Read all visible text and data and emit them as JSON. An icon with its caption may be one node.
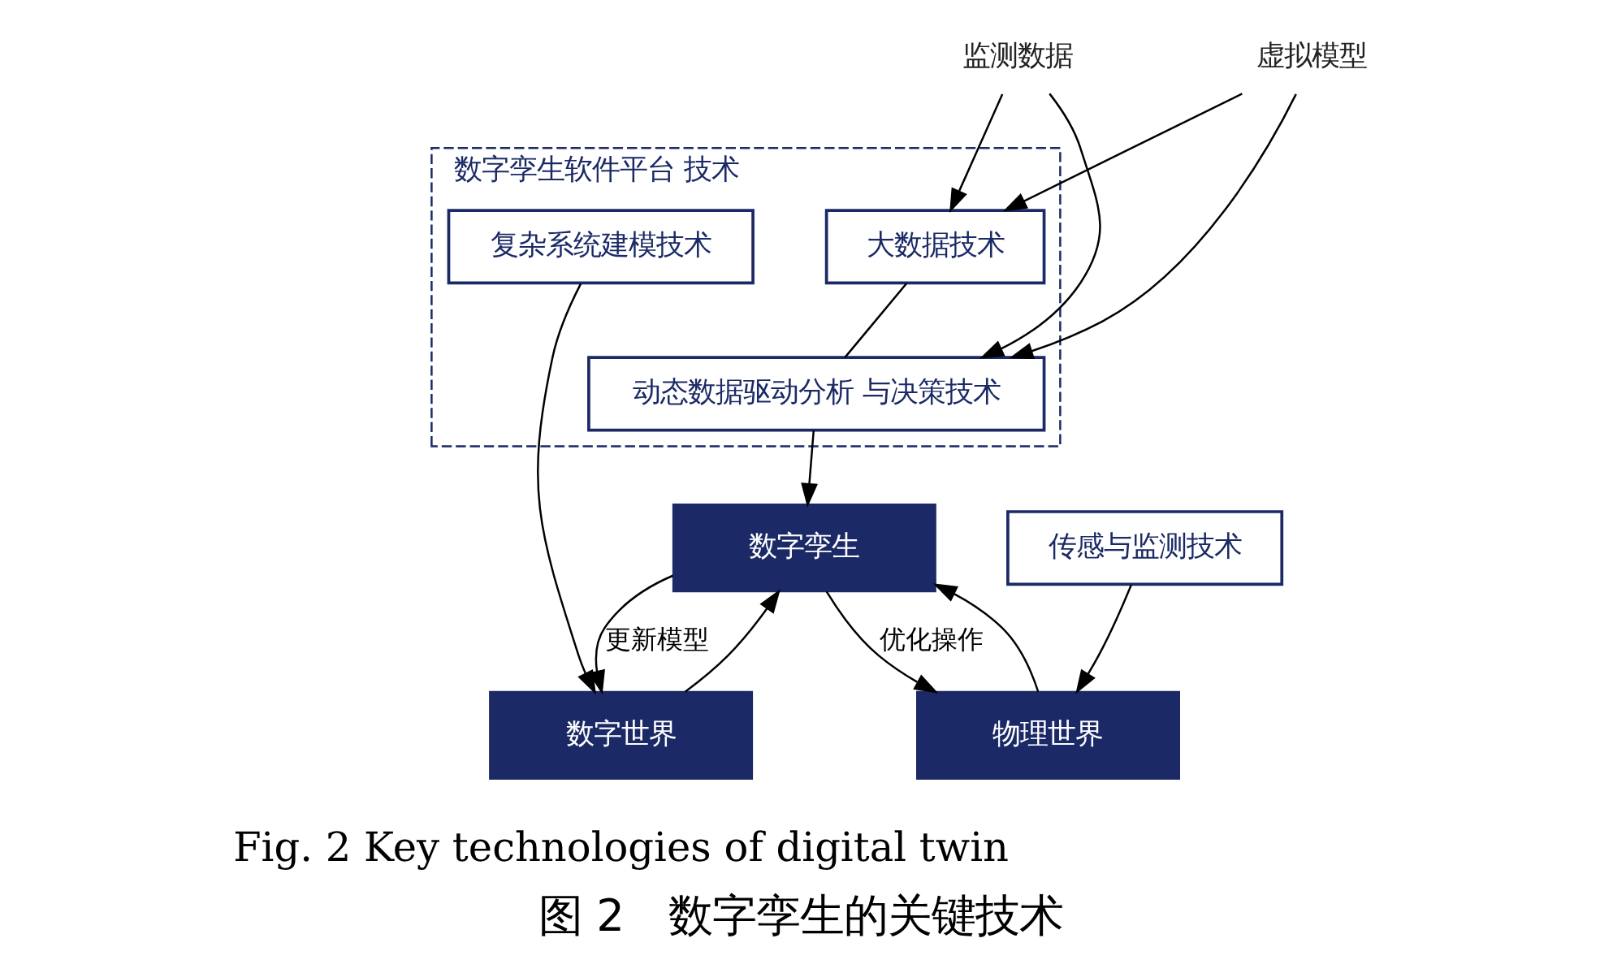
{
  "diagram": {
    "caption": "图 2　数字孪生的关键技术",
    "nodes": [
      {
        "text": [
          "数字孪生软件平台 技术"
        ]
      },
      {
        "text": [
          "大数据技术"
        ],
        "in": 0
      },
      {
        "text": [
          "动态数据驱动分析 与决策技术"
        ],
        "in": 0
      },
      {
        "text": [
          "复杂系统建模技术"
        ],
        "in": 0
      },
      {
        "text": [
          "传感与监测技术"
        ]
      },
      {
        "text": [
          "数字世界"
        ]
      },
      {
        "text": [
          "虚拟模型"
        ]
      },
      {
        "text": [
          "数字孪生"
        ]
      },
      {
        "text": [
          "监测数据"
        ]
      },
      {
        "text": [
          "物理世界"
        ]
      }
    ],
    "edges": [
      {
        "from": 3,
        "to": 5,
        "arrow": "to"
      },
      {
        "from": 4,
        "to": 9,
        "arrow": "to"
      },
      {
        "from": 6,
        "to": 1,
        "arrow": "to"
      },
      {
        "from": 6,
        "to": 2,
        "arrow": "to"
      },
      {
        "from": 8,
        "to": 1,
        "arrow": "to"
      },
      {
        "from": 8,
        "to": 2,
        "arrow": "to"
      },
      {
        "from": 1,
        "to": 2,
        "arrow": "none"
      },
      {
        "from": 2,
        "to": 7,
        "arrow": "to"
      },
      {
        "from": 5,
        "to": 7,
        "arrow": "to"
      },
      {
        "from": 9,
        "to": 7,
        "arrow": "to"
      },
      {
        "from": 7,
        "to": 5,
        "arrow": "to",
        "label": "更新模型"
      },
      {
        "from": 7,
        "to": 9,
        "arrow": "to",
        "label": "优化操作"
      }
    ],
    "labels": [
      "Fig. 2 Key technologies of digital twin"
    ]
  }
}
